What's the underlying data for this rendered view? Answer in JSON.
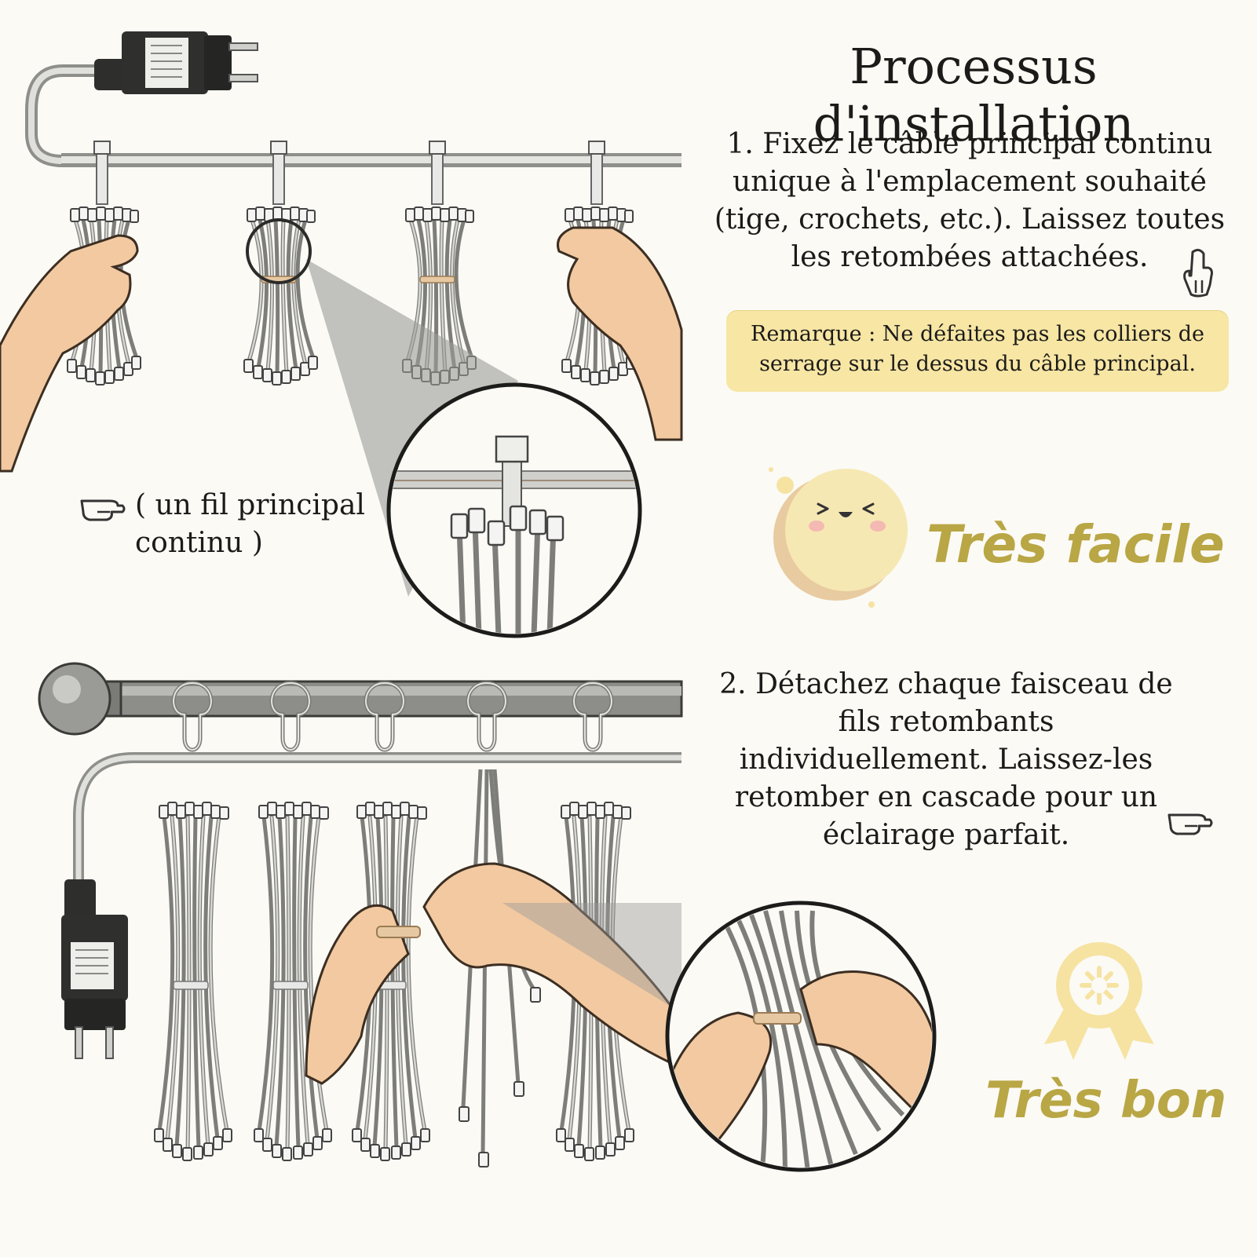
{
  "title": "Processus d'installation",
  "step1": {
    "lines": [
      "1. Fixez le câble principal continu",
      "unique à l'emplacement souhaité",
      "(tige, crochets, etc.). Laissez toutes",
      "les retombées attachées."
    ]
  },
  "note": {
    "lines": [
      "Remarque : Ne défaites pas les colliers de",
      "serrage sur le dessus du câble principal."
    ]
  },
  "wire_label": {
    "lines": [
      "( un fil principal",
      "continu )"
    ]
  },
  "ease_label": "Très facile",
  "step2": {
    "lines": [
      "2. Détachez chaque faisceau de",
      "fils retombants",
      "individuellement. Laissez-les",
      "retomber en cascade pour un",
      "éclairage parfait."
    ]
  },
  "quality_label": "Très bon",
  "icons": {
    "step1_pointer": "pointing-down-hand-icon",
    "wire_pointer": "pointing-right-hand-icon",
    "step2_pointer": "pointing-right-hand-icon",
    "ease_mascot": "smiling-moon-icon",
    "quality_badge": "award-ribbon-icon"
  },
  "colors": {
    "accent_gold": "#b9a645",
    "note_bg": "#f7e6a4",
    "wire_gray": "#b8b8b4",
    "skin": "#f2c9a0"
  }
}
